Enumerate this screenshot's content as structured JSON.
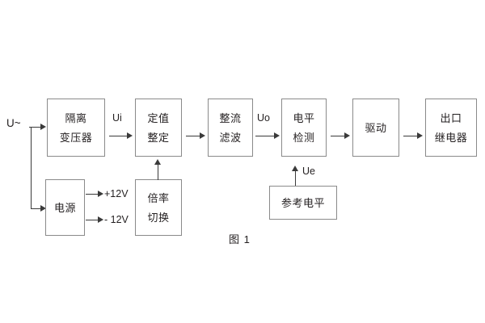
{
  "figure": {
    "caption": "图 1",
    "colors": {
      "box_border": "#8a8a8a",
      "line": "#3a3a3a",
      "text": "#231f20",
      "background": "#ffffff"
    }
  },
  "blocks": {
    "isolation_transformer": {
      "line1": "隔离",
      "line2": "变压器"
    },
    "setting_value": {
      "line1": "定值",
      "line2": "整定"
    },
    "rectify_filter": {
      "line1": "整流",
      "line2": "滤波"
    },
    "level_detect": {
      "line1": "电平",
      "line2": "检测"
    },
    "drive": {
      "line1": "驱动"
    },
    "output_relay": {
      "line1": "出口",
      "line2": "继电器"
    },
    "power_supply": {
      "line1": "电源"
    },
    "multiplier_switch": {
      "line1": "倍率",
      "line2": "切换"
    },
    "reference_level": {
      "line1": "参考电平"
    }
  },
  "signals": {
    "input_source": "U~",
    "ui": "Ui",
    "uo": "Uo",
    "ue": "Ue",
    "rail_positive": "+12V",
    "rail_negative": "- 12V"
  }
}
